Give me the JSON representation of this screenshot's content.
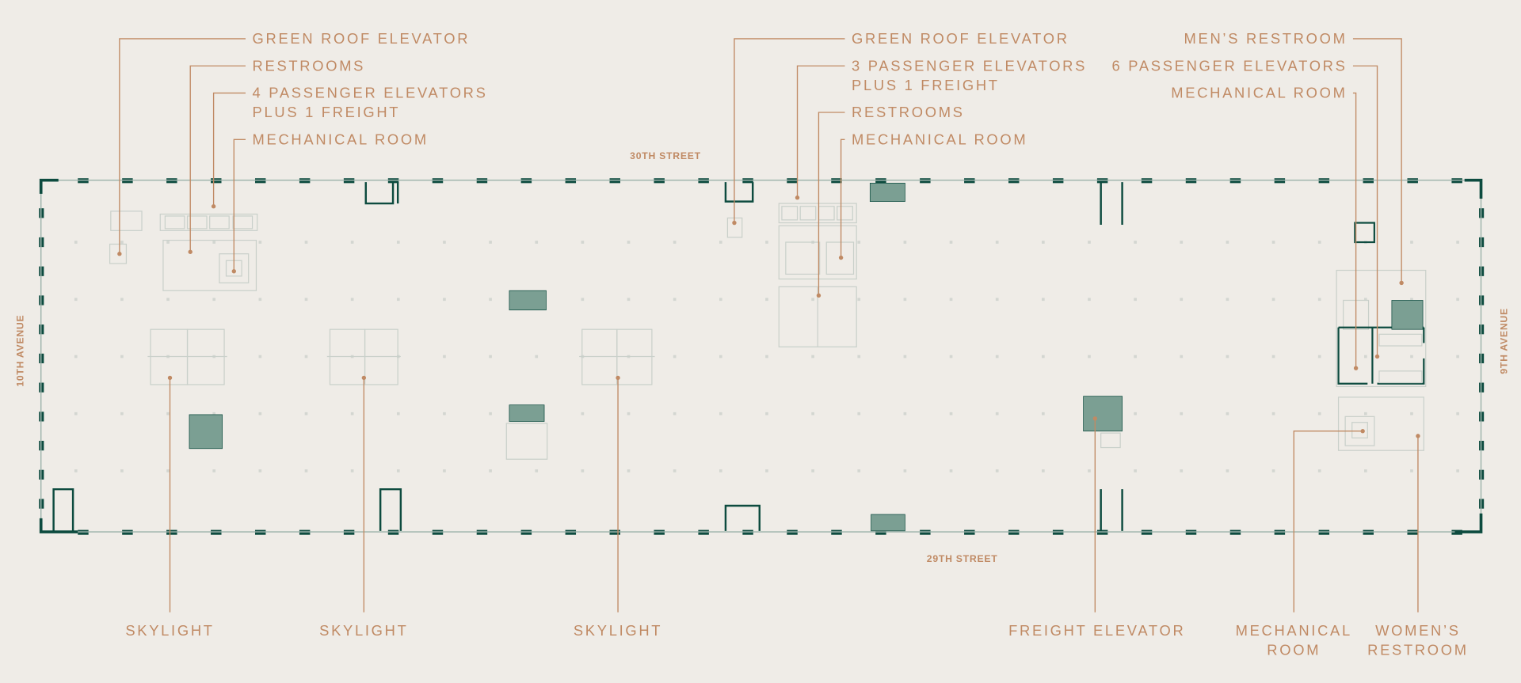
{
  "plan": {
    "streets": {
      "north": "30TH STREET",
      "south": "29TH STREET",
      "west": "10TH AVENUE",
      "east": "9TH AVENUE"
    },
    "labels_top_left": [
      {
        "lines": [
          "GREEN ROOF ELEVATOR"
        ]
      },
      {
        "lines": [
          "RESTROOMS"
        ]
      },
      {
        "lines": [
          "4 PASSENGER ELEVATORS",
          "PLUS 1 FREIGHT"
        ]
      },
      {
        "lines": [
          "MECHANICAL ROOM"
        ]
      }
    ],
    "labels_top_center": [
      {
        "lines": [
          "GREEN ROOF ELEVATOR"
        ]
      },
      {
        "lines": [
          "3 PASSENGER ELEVATORS",
          "PLUS 1 FREIGHT"
        ]
      },
      {
        "lines": [
          "RESTROOMS"
        ]
      },
      {
        "lines": [
          "MECHANICAL ROOM"
        ]
      }
    ],
    "labels_top_right": [
      {
        "lines": [
          "MEN’S RESTROOM"
        ]
      },
      {
        "lines": [
          "6 PASSENGER ELEVATORS"
        ]
      },
      {
        "lines": [
          "MECHANICAL ROOM"
        ]
      }
    ],
    "labels_bottom": [
      {
        "lines": [
          "SKYLIGHT"
        ]
      },
      {
        "lines": [
          "SKYLIGHT"
        ]
      },
      {
        "lines": [
          "SKYLIGHT"
        ]
      },
      {
        "lines": [
          "FREIGHT ELEVATOR"
        ]
      },
      {
        "lines": [
          "MECHANICAL",
          "ROOM"
        ]
      },
      {
        "lines": [
          "WOMEN’S",
          "RESTROOM"
        ]
      }
    ]
  },
  "colors": {
    "background": "#efece7",
    "wall": "#0d4b3f",
    "fill": "#7b9f93",
    "accent": "#c08a64"
  }
}
